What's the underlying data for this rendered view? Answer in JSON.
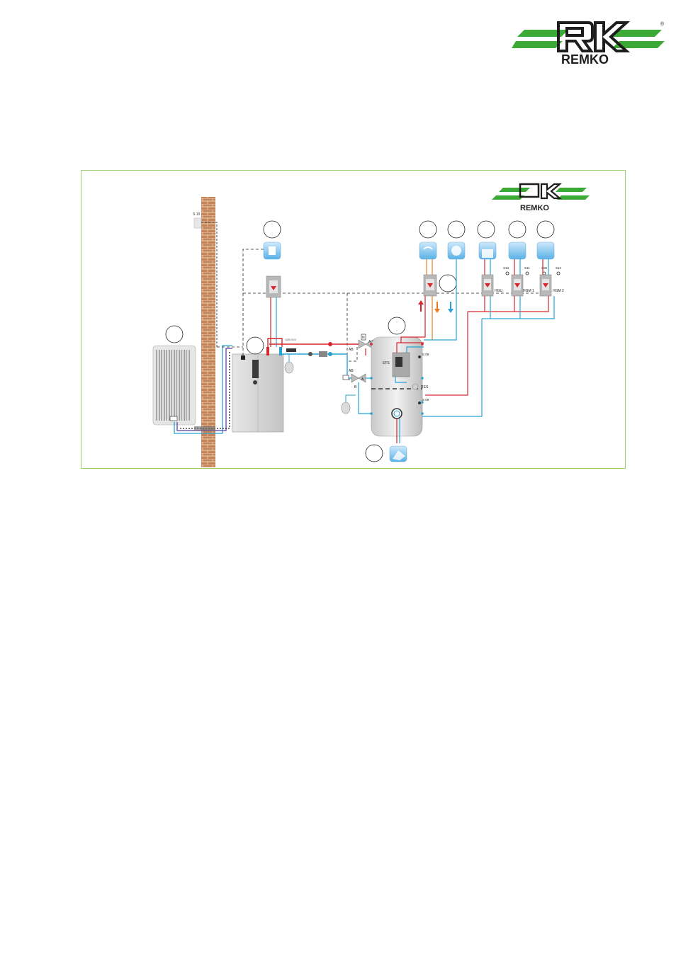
{
  "brand": {
    "name": "REMKO",
    "registered": "®",
    "green": "#3aa935",
    "dark": "#1d1d1b"
  },
  "diagram": {
    "colors": {
      "supply": "#d7262c",
      "return": "#27a3d6",
      "dhw_warm": "#e97a1f",
      "control": "#222222",
      "frame": "#9bd06a",
      "brick": "#c58457"
    },
    "sensors": {
      "outdoor": "S 10",
      "s08": "S 08",
      "s09": "S 09",
      "s13": "S13",
      "s11": "S11",
      "s06": "S06",
      "s14": "S14"
    },
    "labels": {
      "efs": "EFS",
      "res": "RES",
      "hgu": "HGU",
      "hgm1": "HGM 1",
      "hgm2": "HGM 2",
      "optional": "optional",
      "ab": "AB",
      "a": "A",
      "b": "B",
      "n": "N"
    }
  }
}
